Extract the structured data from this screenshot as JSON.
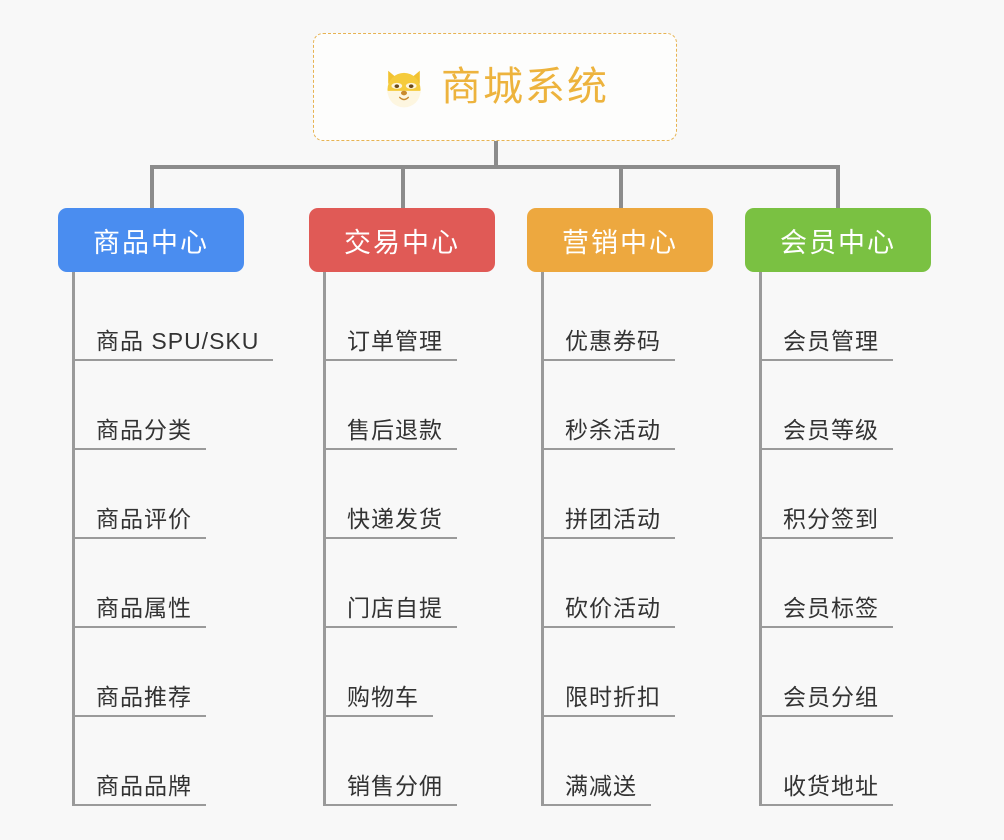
{
  "root": {
    "title": "商城系统",
    "icon": "dog-face-emoji",
    "accent": "#edb33d",
    "border_color": "#e7b352"
  },
  "connector_color": "#8c8c8c",
  "background": "#f8f8f8",
  "columns": [
    {
      "title": "商品中心",
      "color": "#4a8df0",
      "items": [
        "商品 SPU/SKU",
        "商品分类",
        "商品评价",
        "商品属性",
        "商品推荐",
        "商品品牌"
      ]
    },
    {
      "title": "交易中心",
      "color": "#e05a56",
      "items": [
        "订单管理",
        "售后退款",
        "快递发货",
        "门店自提",
        "购物车",
        "销售分佣"
      ]
    },
    {
      "title": "营销中心",
      "color": "#eda83f",
      "items": [
        "优惠券码",
        "秒杀活动",
        "拼团活动",
        "砍价活动",
        "限时折扣",
        "满减送"
      ]
    },
    {
      "title": "会员中心",
      "color": "#7ac142",
      "items": [
        "会员管理",
        "会员等级",
        "积分签到",
        "会员标签",
        "会员分组",
        "收货地址"
      ]
    }
  ]
}
